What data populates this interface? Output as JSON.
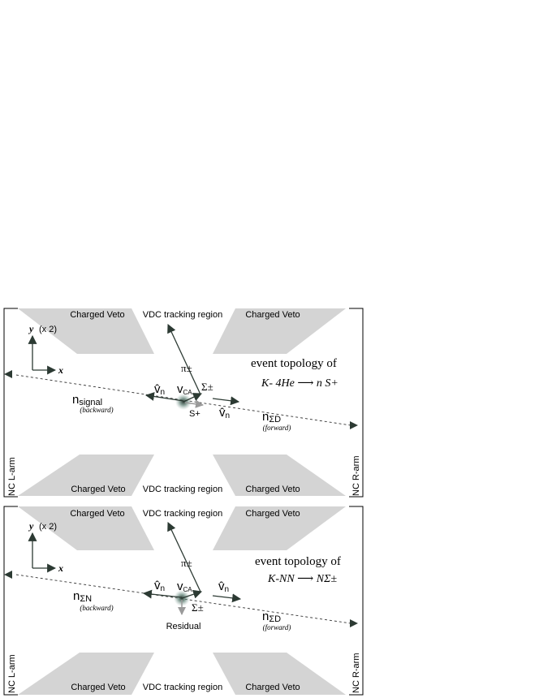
{
  "panels": [
    {
      "top_region": "VDC tracking region",
      "bottom_region": "VDC tracking region",
      "veto_top_left": "Charged Veto",
      "veto_top_right": "Charged Veto",
      "veto_bottom_left": "Charged Veto",
      "veto_bottom_right": "Charged Veto",
      "left_arm": "NC L-arm",
      "right_arm": "NC R-arm",
      "axis_y": "y",
      "axis_y_scale": "(x 2)",
      "axis_x": "x",
      "pion": "π±",
      "sigma": "Σ±",
      "vertex": "v",
      "vertex_sub": "CA",
      "vhat_left": "v̂",
      "vhat_left_sub": "n",
      "vhat_right": "v̂",
      "vhat_right_sub": "n",
      "left_neutron": "n",
      "left_neutron_sub": "signal",
      "left_direction": "(backward)",
      "right_neutron": "n",
      "right_neutron_sub": "ΣD",
      "right_direction": "(forward)",
      "residual": "S+",
      "topology_title": "event topology of",
      "topology_reaction": "K- 4He ⟶ n S+"
    },
    {
      "top_region": "VDC tracking region",
      "bottom_region": "VDC tracking region",
      "veto_top_left": "Charged Veto",
      "veto_top_right": "Charged Veto",
      "veto_bottom_left": "Charged Veto",
      "veto_bottom_right": "Charged Veto",
      "left_arm": "NC L-arm",
      "right_arm": "NC R-arm",
      "axis_y": "y",
      "axis_y_scale": "(x 2)",
      "axis_x": "x",
      "pion": "π±",
      "sigma": "Σ±",
      "vertex": "v",
      "vertex_sub": "CA",
      "vhat_left": "v̂",
      "vhat_left_sub": "n",
      "vhat_right": "v̂",
      "vhat_right_sub": "n",
      "left_neutron": "n",
      "left_neutron_sub": "ΣN",
      "left_direction": "(backward)",
      "right_neutron": "n",
      "right_neutron_sub": "ΣD",
      "right_direction": "(forward)",
      "residual": "Residual",
      "topology_title": "event topology of",
      "topology_reaction": "K-NN ⟶ NΣ±"
    }
  ],
  "colors": {
    "veto_fill": "#d4d4d4",
    "arrow": "#2c3a33",
    "gray_arrow": "#9a9a9a",
    "glow": "#4f6e65"
  }
}
